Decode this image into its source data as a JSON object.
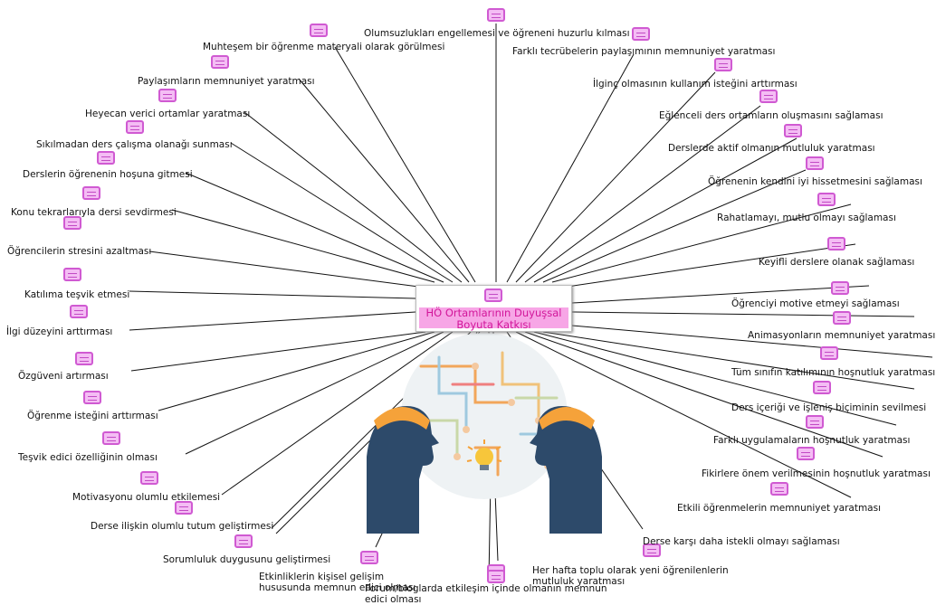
{
  "center": {
    "title": "HÖ Ortamlarının Duyuşsal Boyuta Katkısı"
  },
  "colors": {
    "icon_fill": "#f4bdf4",
    "icon_border": "#d05ad2",
    "center_fill": "#f7a6e6",
    "center_text": "#d2169a"
  },
  "nodes": [
    "Olumsuzlukları engellemesi ve öğreneni huzurlu kılması",
    "Muhteşem bir öğrenme materyali olarak görülmesi",
    "Farklı tecrübelerin paylaşımının memnuniyet yaratması",
    "Paylaşımların memnuniyet yaratması",
    "İlginç olmasının kullanım isteğini arttırması",
    "Heyecan verici ortamlar yaratması",
    "Eğlenceli ders ortamların oluşmasını sağlaması",
    "Sıkılmadan ders çalışma olanağı sunması",
    "Derslerde aktif olmanın mutluluk yaratması",
    "Derslerin öğrenenin hoşuna gitmesi",
    "Öğrenenin kendini iyi hissetmesini sağlaması",
    "Konu tekrarlarıyla dersi sevdirmesi",
    "Rahatlamayı, mutlu olmayı sağlaması",
    "Öğrencilerin stresini azaltması",
    "Keyifli derslere olanak sağlaması",
    "Katılıma teşvik etmesi",
    "Öğrenciyi motive etmeyi sağlaması",
    "İlgi düzeyini arttırması",
    "Animasyonların memnuniyet yaratması",
    "Özgüveni artırması",
    "Tüm sınıfın katılımının hoşnutluk yaratması",
    "Öğrenme isteğini arttırması",
    "Ders içeriği ve işleniş biçiminin sevilmesi",
    "Teşvik edici özelliğinin olması",
    "Farklı uygulamaların hoşnutluk yaratması",
    "Motivasyonu olumlu etkilemesi",
    "Fikirlere önem verilmesinin hoşnutluk yaratması",
    "Derse ilişkin olumlu tutum geliştirmesi",
    "Etkili öğrenmelerin memnuniyet yaratması",
    "Sorumluluk duygusunu geliştirmesi",
    "Derse karşı daha istekli olmayı sağlaması",
    "Etkinliklerin kişisel gelişim hususunda memnun edici olması",
    "Her hafta toplu olarak yeni öğrenilenlerin mutluluk yaratması",
    "Forum/bloglarda etkileşim içinde olmanın memnun edici olması"
  ]
}
